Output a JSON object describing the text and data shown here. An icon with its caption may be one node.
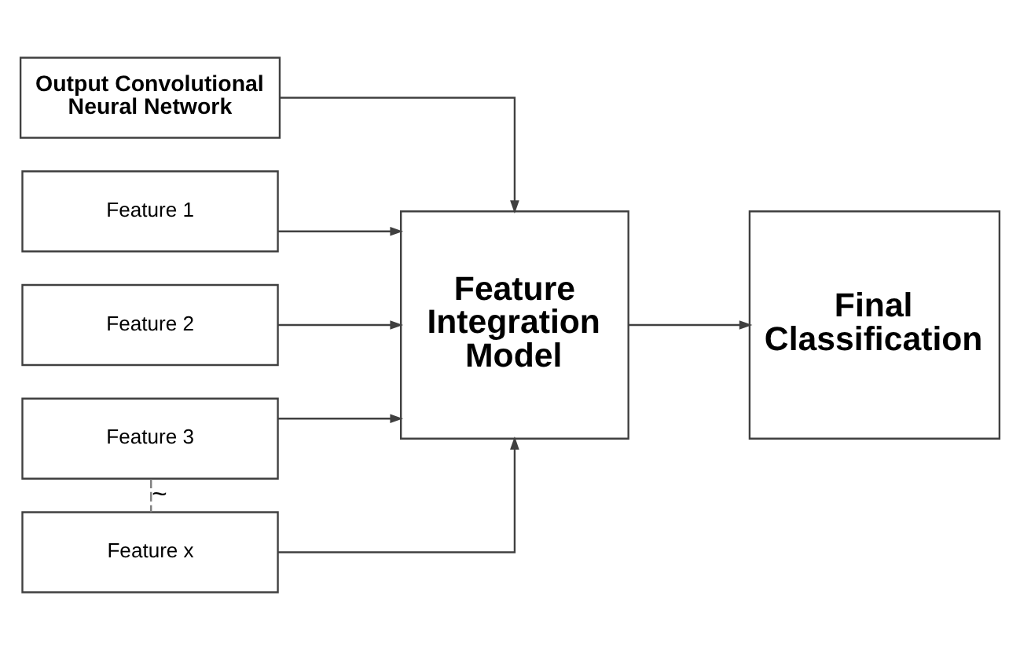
{
  "diagram": {
    "nodes": [
      {
        "text": [
          "Output Convolutional Neural Network"
        ]
      },
      {
        "text": [
          "Feature 1"
        ]
      },
      {
        "text": [
          "Feature 2"
        ]
      },
      {
        "text": [
          "Feature 3"
        ]
      },
      {
        "text": [
          "Feature x"
        ]
      },
      {
        "text": [
          "Feature Integration Model"
        ]
      },
      {
        "text": [
          "Final Classification"
        ]
      }
    ],
    "edges": [
      {
        "from": 0,
        "to": 5,
        "arrow": "to"
      },
      {
        "from": 1,
        "to": 5,
        "arrow": "to"
      },
      {
        "from": 2,
        "to": 5,
        "arrow": "to"
      },
      {
        "from": 3,
        "to": 5,
        "arrow": "to"
      },
      {
        "from": 4,
        "to": 5,
        "arrow": "to"
      },
      {
        "from": 3,
        "to": 4,
        "arrow": "none",
        "style": "dashed",
        "label": "~",
        "color": "#7f7f7f"
      },
      {
        "from": 5,
        "to": 6,
        "arrow": "to"
      }
    ]
  }
}
